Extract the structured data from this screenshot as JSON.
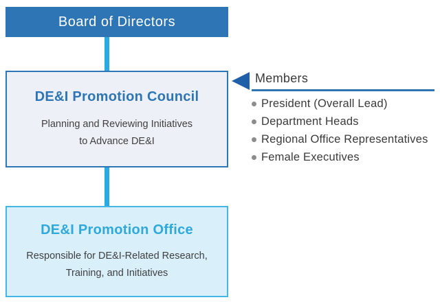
{
  "diagram": {
    "board": {
      "title": "Board of Directors"
    },
    "council": {
      "title": "DE&I Promotion Council",
      "desc_line1": "Planning and Reviewing Initiatives",
      "desc_line2": "to Advance DE&I"
    },
    "office": {
      "title": "DE&I Promotion Office",
      "desc_line1": "Responsible for DE&I-Related Research,",
      "desc_line2": "Training, and Initiatives"
    },
    "members": {
      "label": "Members",
      "items": [
        "President (Overall Lead)",
        "Department Heads",
        "Regional Office Representatives",
        "Female Executives"
      ]
    },
    "colors": {
      "board_bg": "#2E75B6",
      "connector": "#29ABE2",
      "council_accent": "#2E75B6",
      "council_bg": "#EDF0F6",
      "office_accent": "#2FA8DC",
      "office_bg": "#D9EFFA",
      "arrow": "#1F5FA8",
      "text": "#3A3A3A",
      "bullet": "#8C8C8C"
    }
  }
}
